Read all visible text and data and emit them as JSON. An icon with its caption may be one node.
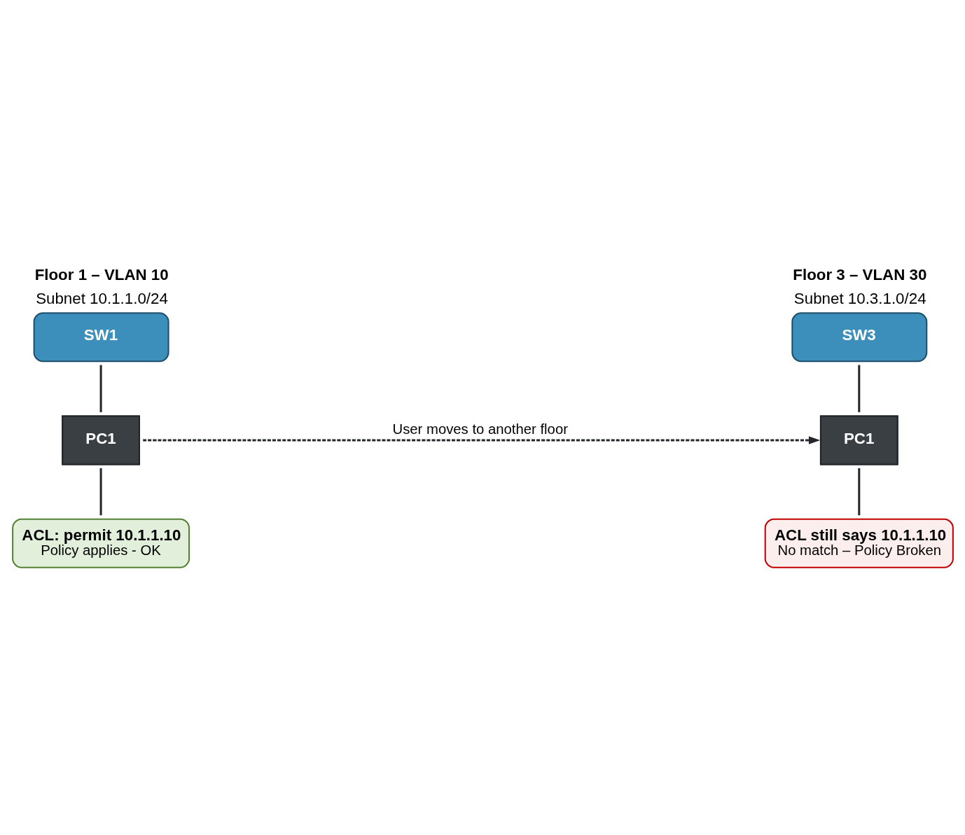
{
  "diagram": {
    "nodes": [
      {
        "text": [
          "SW1"
        ],
        "beside": [
          "Floor 1 – VLAN 10",
          "Subnet 10.1.1.0/24"
        ]
      },
      {
        "text": [
          "PC1"
        ]
      },
      {
        "text": [
          "ACL: permit 10.1.1.10",
          "Policy applies - OK"
        ]
      },
      {
        "text": [
          "SW3"
        ],
        "beside": [
          "Floor 3 – VLAN 30",
          "Subnet 10.3.1.0/24"
        ]
      },
      {
        "text": [
          "PC1"
        ]
      },
      {
        "text": [
          "ACL still says 10.1.1.10",
          "No match – Policy Broken"
        ]
      }
    ],
    "edges": [
      {
        "from": 0,
        "to": 1,
        "arrow": "none"
      },
      {
        "from": 1,
        "to": 2,
        "arrow": "none"
      },
      {
        "from": 3,
        "to": 4,
        "arrow": "none"
      },
      {
        "from": 4,
        "to": 5,
        "arrow": "none"
      },
      {
        "from": 1,
        "to": 4,
        "arrow": "to",
        "style": "dashed",
        "label": "User moves to another floor"
      }
    ]
  }
}
